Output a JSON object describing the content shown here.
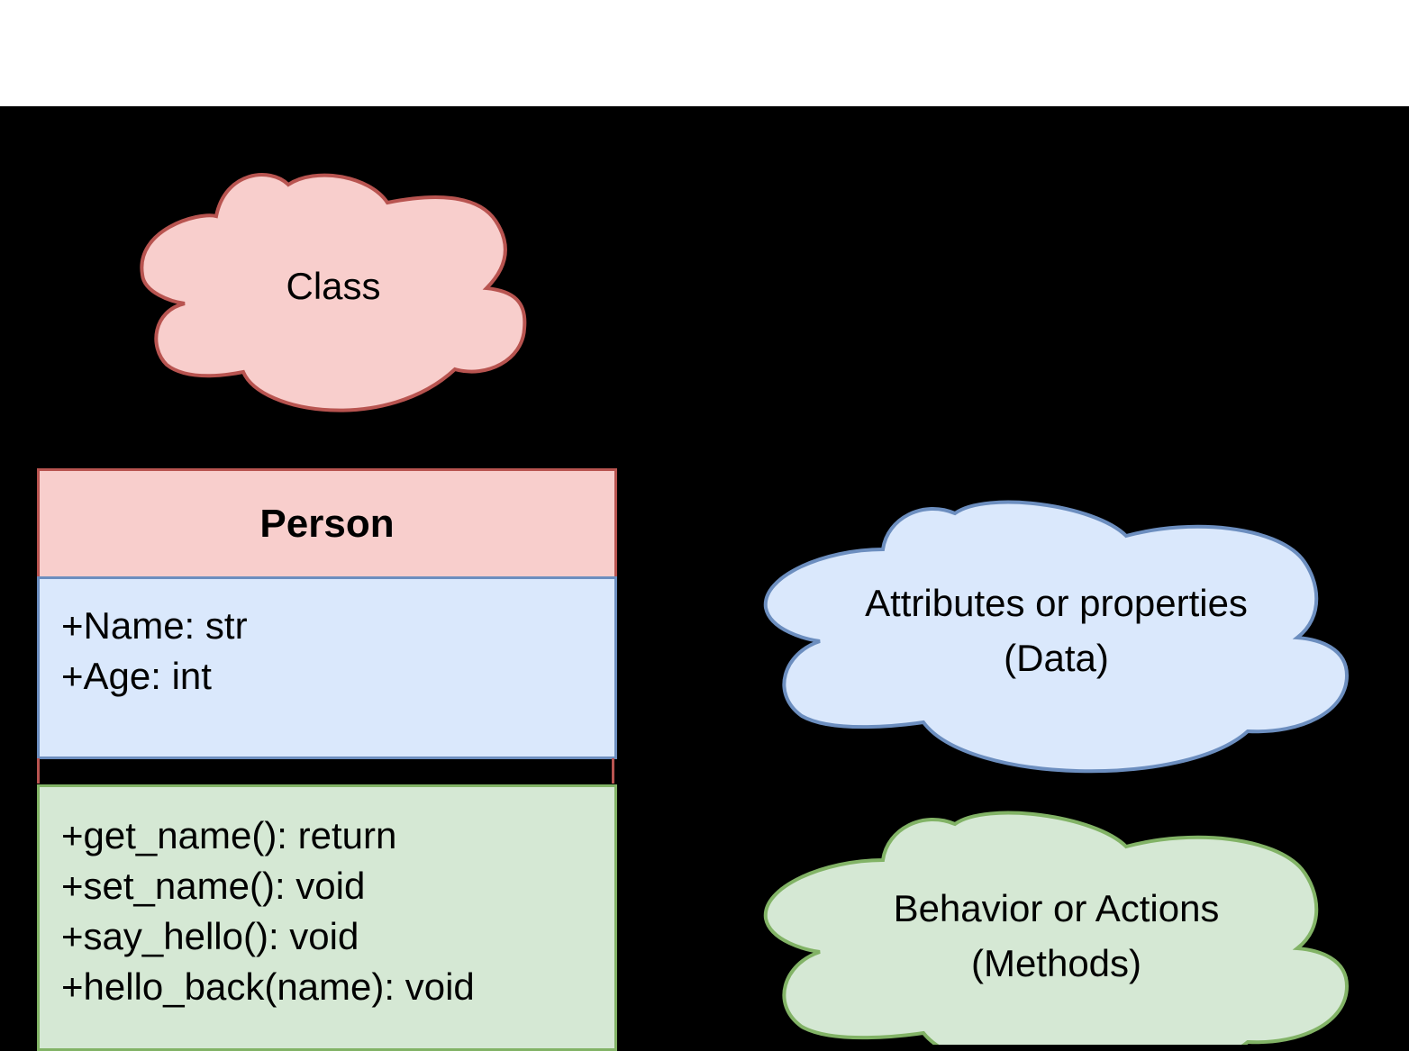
{
  "clouds": {
    "class": {
      "label": "Class",
      "fill": "#f8cecc",
      "stroke": "#b85450"
    },
    "attributes": {
      "line1": "Attributes or properties",
      "line2": "(Data)",
      "fill": "#dae8fc",
      "stroke": "#6c8ebf"
    },
    "methods": {
      "line1": "Behavior or Actions",
      "line2": "(Methods)",
      "fill": "#d5e8d4",
      "stroke": "#82b366"
    }
  },
  "uml": {
    "name": "Person",
    "attributes": [
      "+Name: str",
      "+Age: int"
    ],
    "methods": [
      "+get_name(): return",
      "+set_name(): void",
      "+say_hello(): void",
      "+hello_back(name): void"
    ]
  }
}
